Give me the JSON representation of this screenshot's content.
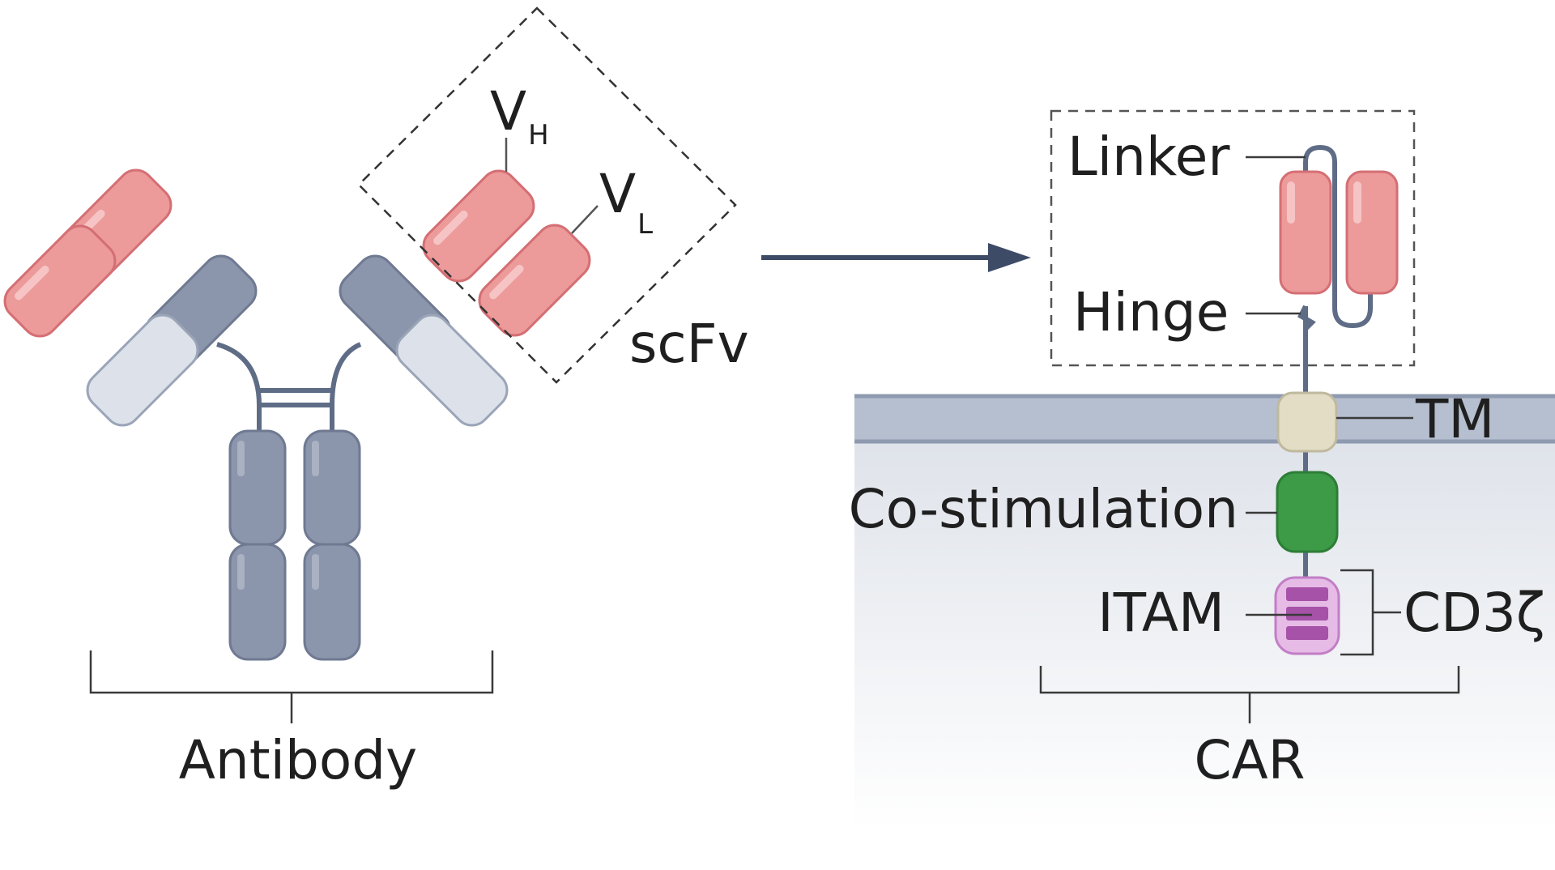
{
  "antibody": {
    "label": "Antibody",
    "vh_main": "V",
    "vh_sub": "H",
    "vl_main": "V",
    "vl_sub": "L",
    "scfv_label": "scFv"
  },
  "car": {
    "label": "CAR",
    "linker_label": "Linker",
    "hinge_label": "Hinge",
    "tm_label": "TM",
    "costim_label": "Co-stimulation",
    "itam_label": "ITAM",
    "cd3_label": "CD3ζ"
  },
  "colors": {
    "variable_domain": "#ec9a9a",
    "heavy_constant": "#8b95ab",
    "light_constant": "#dde2ea",
    "tm_domain": "#e2ddc4",
    "costim_domain": "#3d9a47",
    "itam_domain": "#cf8dcf",
    "membrane": "#b6bfcf",
    "connector": "#5f6c86",
    "arrow": "#3d4b66"
  }
}
